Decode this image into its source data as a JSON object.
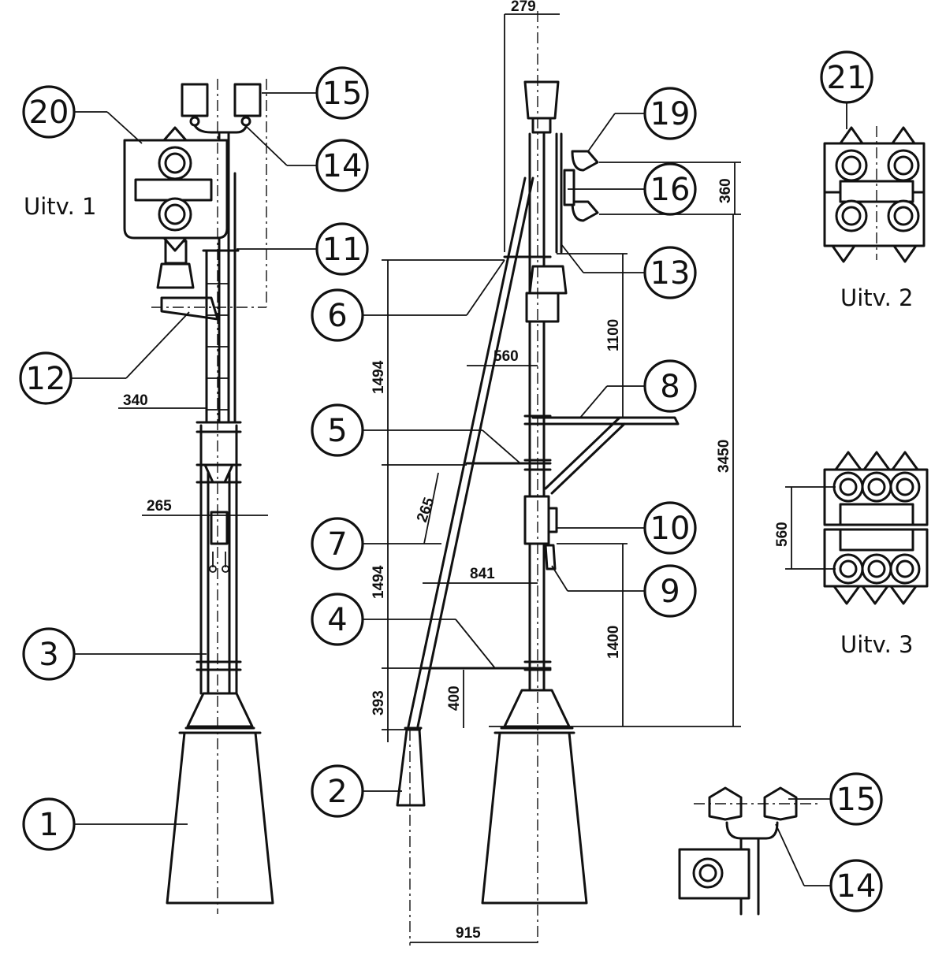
{
  "views": {
    "view1": "Uitv. 1",
    "view2": "Uitv. 2",
    "view3": "Uitv. 3"
  },
  "callouts": {
    "c1": "1",
    "c2": "2",
    "c3": "3",
    "c4": "4",
    "c5": "5",
    "c6": "6",
    "c7": "7",
    "c8": "8",
    "c9": "9",
    "c10": "10",
    "c11": "11",
    "c12": "12",
    "c13": "13",
    "c14a": "14",
    "c14b": "14",
    "c15a": "15",
    "c15b": "15",
    "c16": "16",
    "c19": "19",
    "c20": "20",
    "c21": "21"
  },
  "dimensions": {
    "d279": "279",
    "d340": "340",
    "d265a": "265",
    "d265b": "265",
    "d560a": "560",
    "d560b": "560",
    "d841": "841",
    "d915": "915",
    "d1494a": "1494",
    "d1494b": "1494",
    "d393": "393",
    "d400": "400",
    "d1100": "1100",
    "d1400": "1400",
    "d3450": "3450",
    "d360": "360"
  },
  "style": {
    "ink": "#111111",
    "paper": "#ffffff"
  }
}
